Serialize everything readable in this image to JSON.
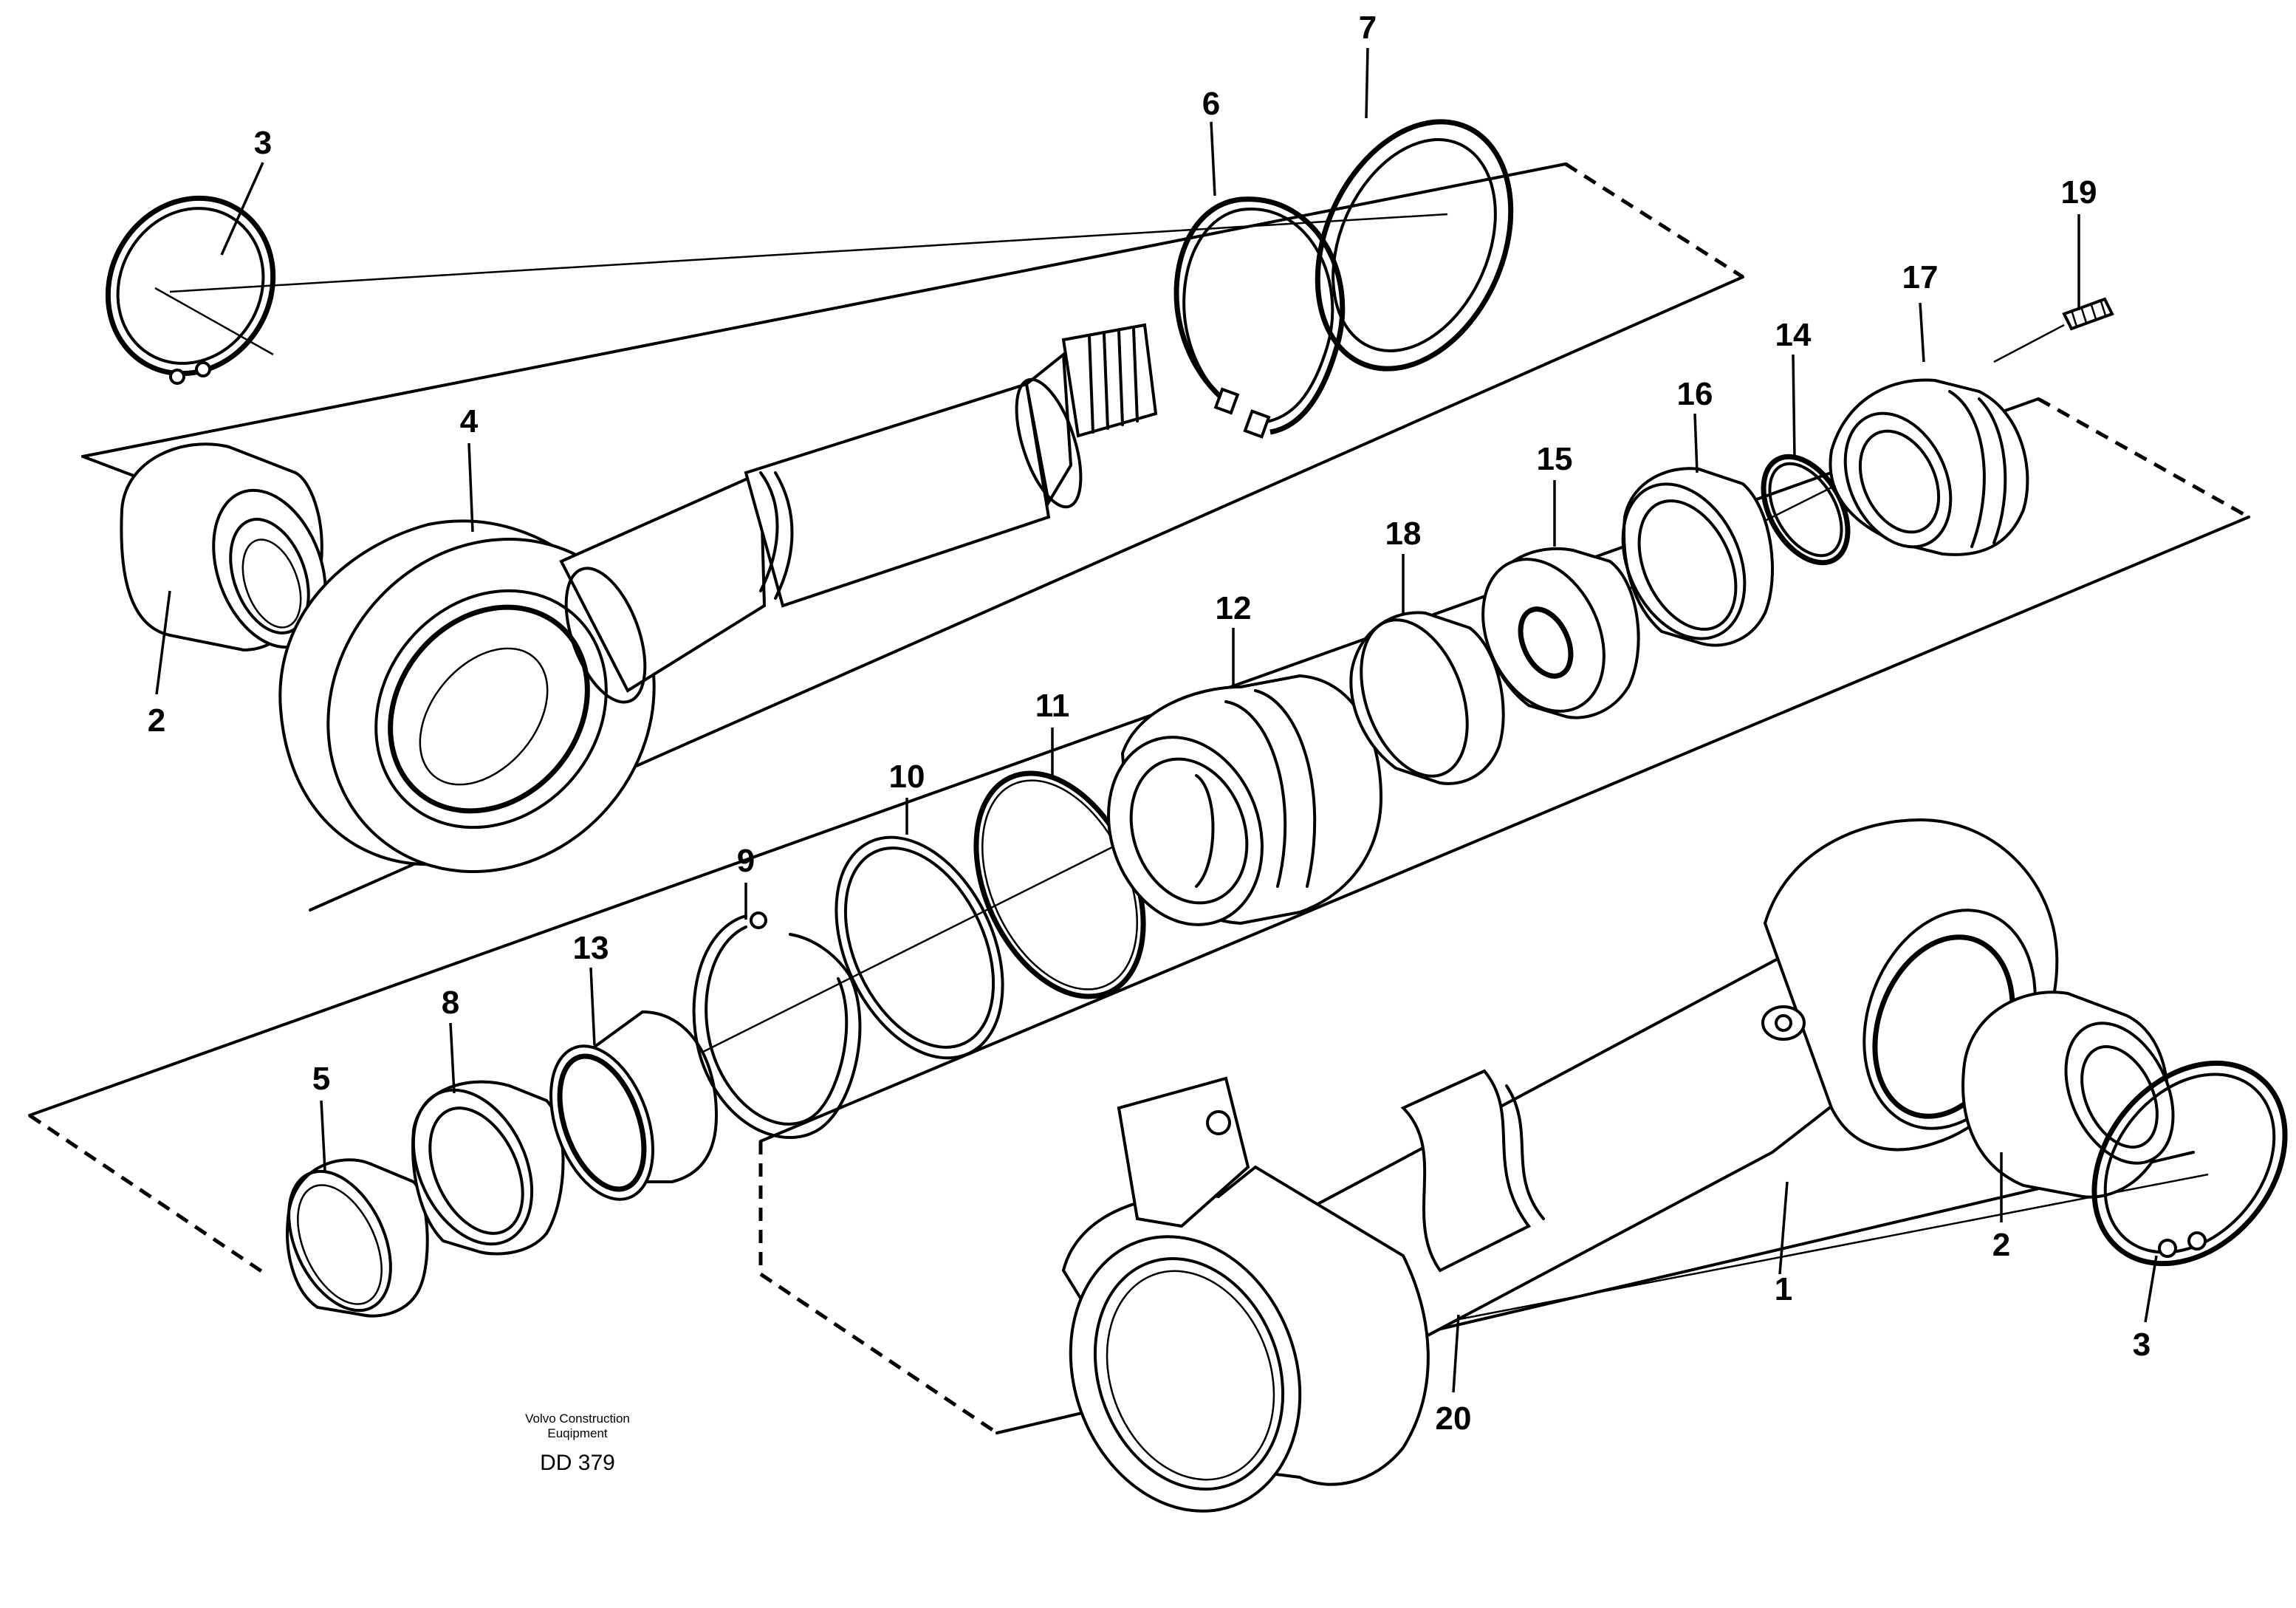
{
  "diagram": {
    "callouts": {
      "p1": "1",
      "p2_left": "2",
      "p2_right": "2",
      "p3_left": "3",
      "p3_right": "3",
      "p4": "4",
      "p5": "5",
      "p6": "6",
      "p7": "7",
      "p8": "8",
      "p9": "9",
      "p10": "10",
      "p11": "11",
      "p12": "12",
      "p13": "13",
      "p14": "14",
      "p15": "15",
      "p16": "16",
      "p17": "17",
      "p18": "18",
      "p19": "19",
      "p20": "20"
    },
    "caption": {
      "company_line1": "Volvo Construction",
      "company_line2": "Euqipment",
      "code": "DD 379"
    }
  }
}
